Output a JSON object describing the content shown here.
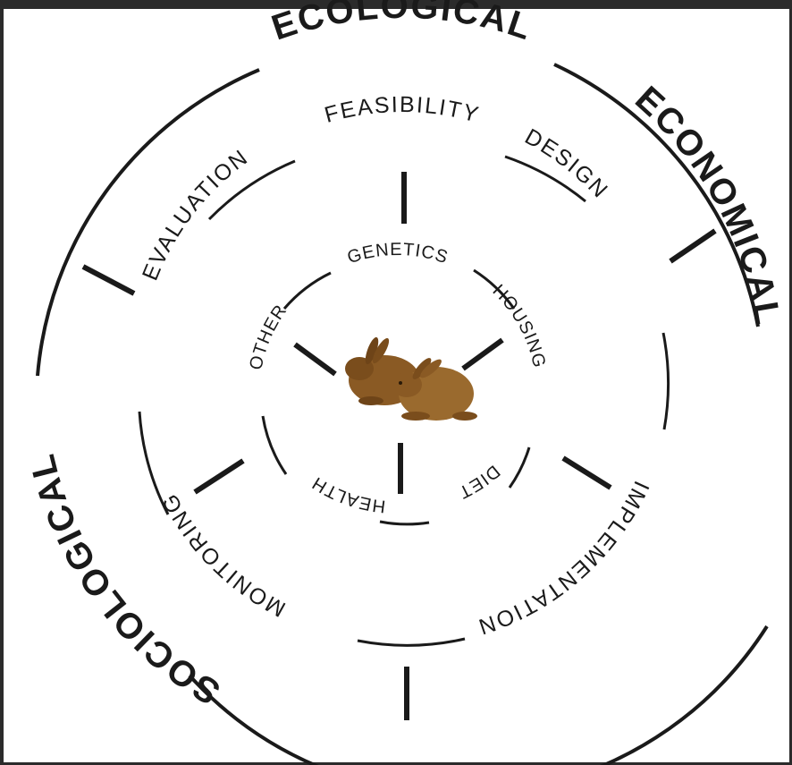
{
  "outer_ring": {
    "labels": {
      "top": "ECOLOGICAL",
      "right": "ECONOMICAL",
      "left": "SOCIOLOGICAL"
    }
  },
  "middle_ring": {
    "labels": {
      "feasibility": "FEASIBILITY",
      "design": "DESIGN",
      "implementation": "IMPLEMENTATION",
      "monitoring": "MONITORING",
      "evaluation": "EVALUATION"
    }
  },
  "inner_ring": {
    "labels": {
      "genetics": "GENETICS",
      "housing": "HOUSING",
      "diet": "DIET",
      "health": "HEALTH",
      "other": "OTHER"
    }
  },
  "center": {
    "image": "rabbits-image"
  },
  "colors": {
    "ink": "#1a1a1a",
    "rabbit": "#8a5a24",
    "frame": "#2b2b2b"
  }
}
